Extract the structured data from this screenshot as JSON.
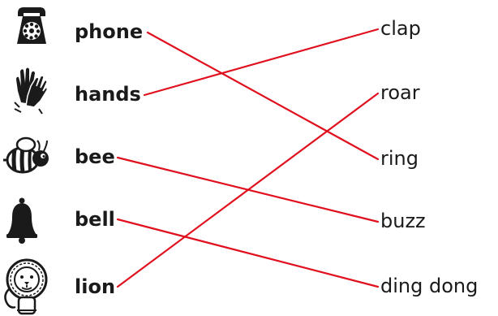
{
  "left_items": [
    {
      "word": "phone",
      "icon": "telephone-icon"
    },
    {
      "word": "hands",
      "icon": "clapping-hands-icon"
    },
    {
      "word": "bee",
      "icon": "bee-icon"
    },
    {
      "word": "bell",
      "icon": "bell-icon"
    },
    {
      "word": "lion",
      "icon": "lion-icon"
    }
  ],
  "right_items": [
    "clap",
    "roar",
    "ring",
    "buzz",
    "ding dong"
  ],
  "matches": [
    {
      "from": "phone",
      "to": "ring"
    },
    {
      "from": "hands",
      "to": "clap"
    },
    {
      "from": "bee",
      "to": "buzz"
    },
    {
      "from": "bell",
      "to": "ding dong"
    },
    {
      "from": "lion",
      "to": "roar"
    }
  ],
  "colors": {
    "line": "#e0101e",
    "text": "#1a1a1a",
    "icon": "#1a1a1a"
  }
}
